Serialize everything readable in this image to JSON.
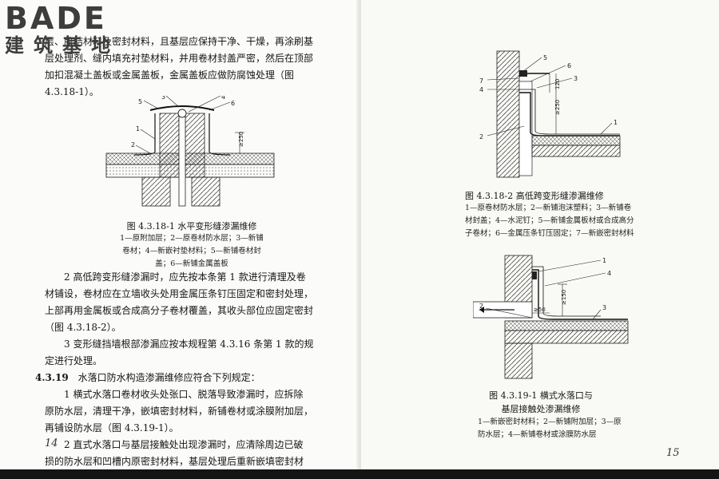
{
  "logo": {
    "brand_en": "BADE",
    "brand_cn": "建筑基地"
  },
  "left_page": {
    "intro_lines": [
      "层、胶结材料及密封材料，且基层应保持干净、干燥，再涂刷基",
      "层处理剂、缝内填充衬垫材料，并用卷材封盖严密，然后在顶部",
      "加扣混凝土盖板或金属盖板，金属盖板应做防腐蚀处理（图",
      "4.3.18-1）。"
    ],
    "fig1": {
      "caption": "图 4.3.18-1   水平变形缝渗漏维修",
      "legend_lines": [
        "1—原附加层；2—原卷材防水层；3—新铺",
        "卷材；4—新嵌衬垫材料；5—新铺卷材封",
        "盖；6—新铺金属盖板"
      ],
      "dim_label": "≥250",
      "callouts": [
        "1",
        "2",
        "3",
        "4",
        "5",
        "6"
      ]
    },
    "item2_lines": [
      "2   高低跨变形缝渗漏时，应先按本条第 1 款进行清理及卷",
      "材铺设，卷材应在立墙收头处用金属压条钉压固定和密封处理，",
      "上部再用金属板或合成高分子卷材覆盖，其收头部位应固定密封",
      "（图 4.3.18-2）。"
    ],
    "item3_lines": [
      "3   变形缝挡墙根部渗漏应按本规程第 4.3.16 条第 1 款的规",
      "定进行处理。"
    ],
    "section_num": "4.3.19",
    "section_text": "水落口防水构造渗漏维修应符合下列规定：",
    "s1_lines": [
      "1   横式水落口卷材收头处张口、脱落导致渗漏时，应拆除",
      "原防水层，清理干净，嵌填密封材料，新铺卷材或涂膜附加层，",
      "再铺设防水层（图 4.3.19-1）。"
    ],
    "s2_lines": [
      "2   直式水落口与基层接触处出现渗漏时，应清除周边已破",
      "损的防水层和凹槽内原密封材料，基层处理后重新嵌填密封材"
    ],
    "page_number": "14"
  },
  "right_page": {
    "fig2": {
      "caption": "图 4.3.18-2   高低跨变形缝渗漏维修",
      "legend_lines": [
        "1—原卷材防水层；2—新铺泡沫塑料；3—新铺卷",
        "材封盖；4—水泥钉；5—新铺金属板材或合成高分",
        "子卷材；6—金属压条钉压固定；7—新嵌密封材料"
      ],
      "dim_labels": [
        "120",
        "≥250"
      ],
      "callouts": [
        "7",
        "4",
        "5",
        "6",
        "3",
        "1",
        "2"
      ]
    },
    "fig3": {
      "caption_lines": [
        "图 4.3.19-1   横式水落口与",
        "基层接触处渗漏维修"
      ],
      "legend_lines": [
        "1—新嵌密封材料；2—新铺附加层；3—原",
        "防水层；4—新铺卷材或涂膜防水层"
      ],
      "dim_labels": [
        "≥150",
        "≥50"
      ],
      "callouts": [
        "1",
        "4",
        "2",
        "3"
      ]
    },
    "page_number": "15"
  }
}
